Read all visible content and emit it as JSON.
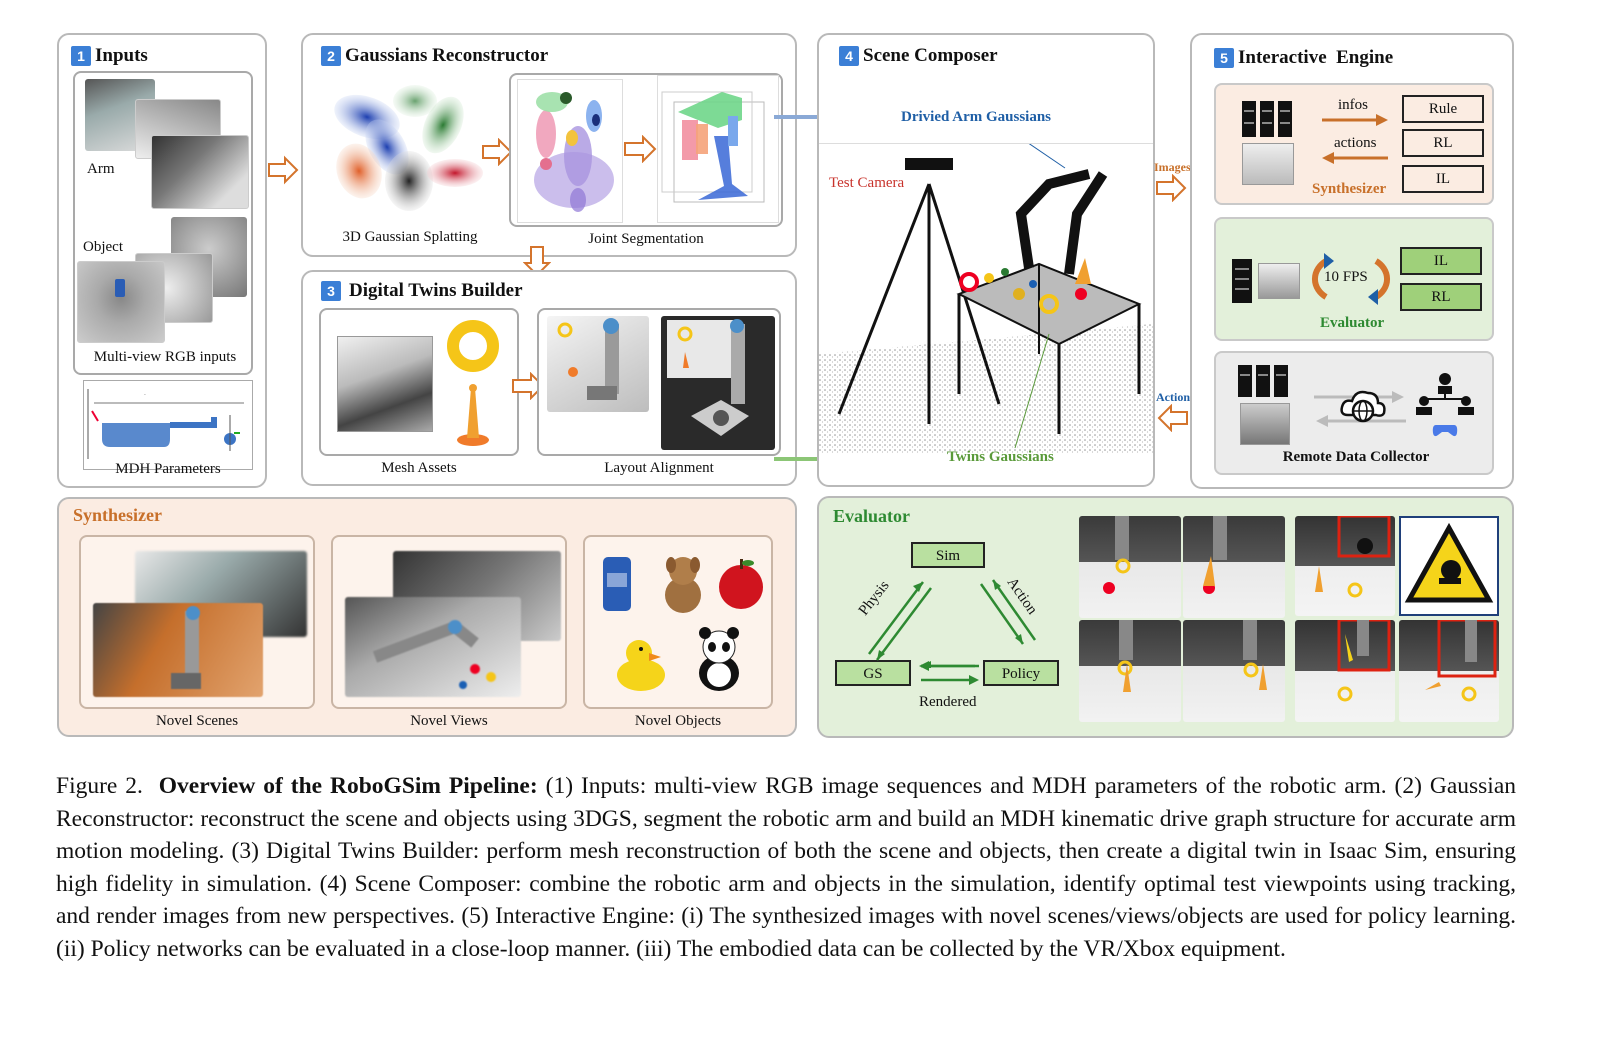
{
  "colors": {
    "panel_border": "#b9b9b9",
    "step_badge": "#3b7fd6",
    "synth_bg": "#fbece2",
    "synth_title": "#c8702a",
    "eval_bg": "#e3f0da",
    "eval_title": "#2e8a32",
    "arrow_orange": "#d4742c",
    "arrow_blue": "#8aa9d6",
    "arrow_green": "#8cc676",
    "test_camera": "#c8332c",
    "arm_gauss": "#1f5fa6",
    "twins_gauss": "#5a9a3a"
  },
  "inputs": {
    "num": "1",
    "title": "Inputs",
    "arm_label": "Arm",
    "object_label": "Object",
    "rgb_caption": "Multi-view RGB inputs",
    "mdh_caption": "MDH Parameters"
  },
  "reconstructor": {
    "num": "2",
    "title": "Gaussians Reconstructor",
    "splat_caption": "3D Gaussian Splatting",
    "seg_caption": "Joint Segmentation"
  },
  "twins": {
    "num": "3",
    "title": "Digital Twins Builder",
    "mesh_caption": "Mesh Assets",
    "layout_caption": "Layout Alignment"
  },
  "composer": {
    "num": "4",
    "title": "Scene Composer",
    "arm_label": "Drivied Arm Gaussians",
    "camera_label": "Test Camera",
    "twins_label": "Twins Gaussians"
  },
  "engine": {
    "num": "5",
    "title": "Interactive  Engine",
    "images_label": "Images",
    "actions_label": "Actions",
    "synth": {
      "infos": "infos",
      "actions": "actions",
      "name": "Synthesizer",
      "boxes": [
        "Rule",
        "RL",
        "IL"
      ]
    },
    "eval": {
      "fps": "10 FPS",
      "name": "Evaluator",
      "boxes": [
        "IL",
        "RL"
      ]
    },
    "collector": {
      "name": "Remote Data Collector"
    }
  },
  "synthesizer": {
    "title": "Synthesizer",
    "scenes": "Novel Scenes",
    "views": "Novel Views",
    "objects": "Novel Objects"
  },
  "evaluator": {
    "title": "Evaluator",
    "sim": "Sim",
    "gs": "GS",
    "policy": "Policy",
    "physis": "Physis",
    "action": "Action",
    "rendered": "Rendered"
  },
  "caption": {
    "prefix": "Figure 2.",
    "bold": "Overview of the RoboGSim Pipeline:",
    "text": " (1) Inputs: multi-view RGB image sequences and MDH parameters of the robotic arm. (2) Gaussian Reconstructor: reconstruct the scene and objects using 3DGS, segment the robotic arm and build an MDH kinematic drive graph structure for accurate arm motion modeling. (3) Digital Twins Builder: perform mesh reconstruction of both the scene and objects, then create a digital twin in Isaac Sim, ensuring high fidelity in simulation. (4) Scene Composer: combine the robotic arm and objects in the simulation, identify optimal test viewpoints using tracking, and render images from new perspectives. (5) Interactive Engine: (i) The synthesized images with novel scenes/views/objects are used for policy learning. (ii) Policy networks can be evaluated in a close-loop manner. (iii) The embodied data can be collected by the VR/Xbox equipment."
  }
}
